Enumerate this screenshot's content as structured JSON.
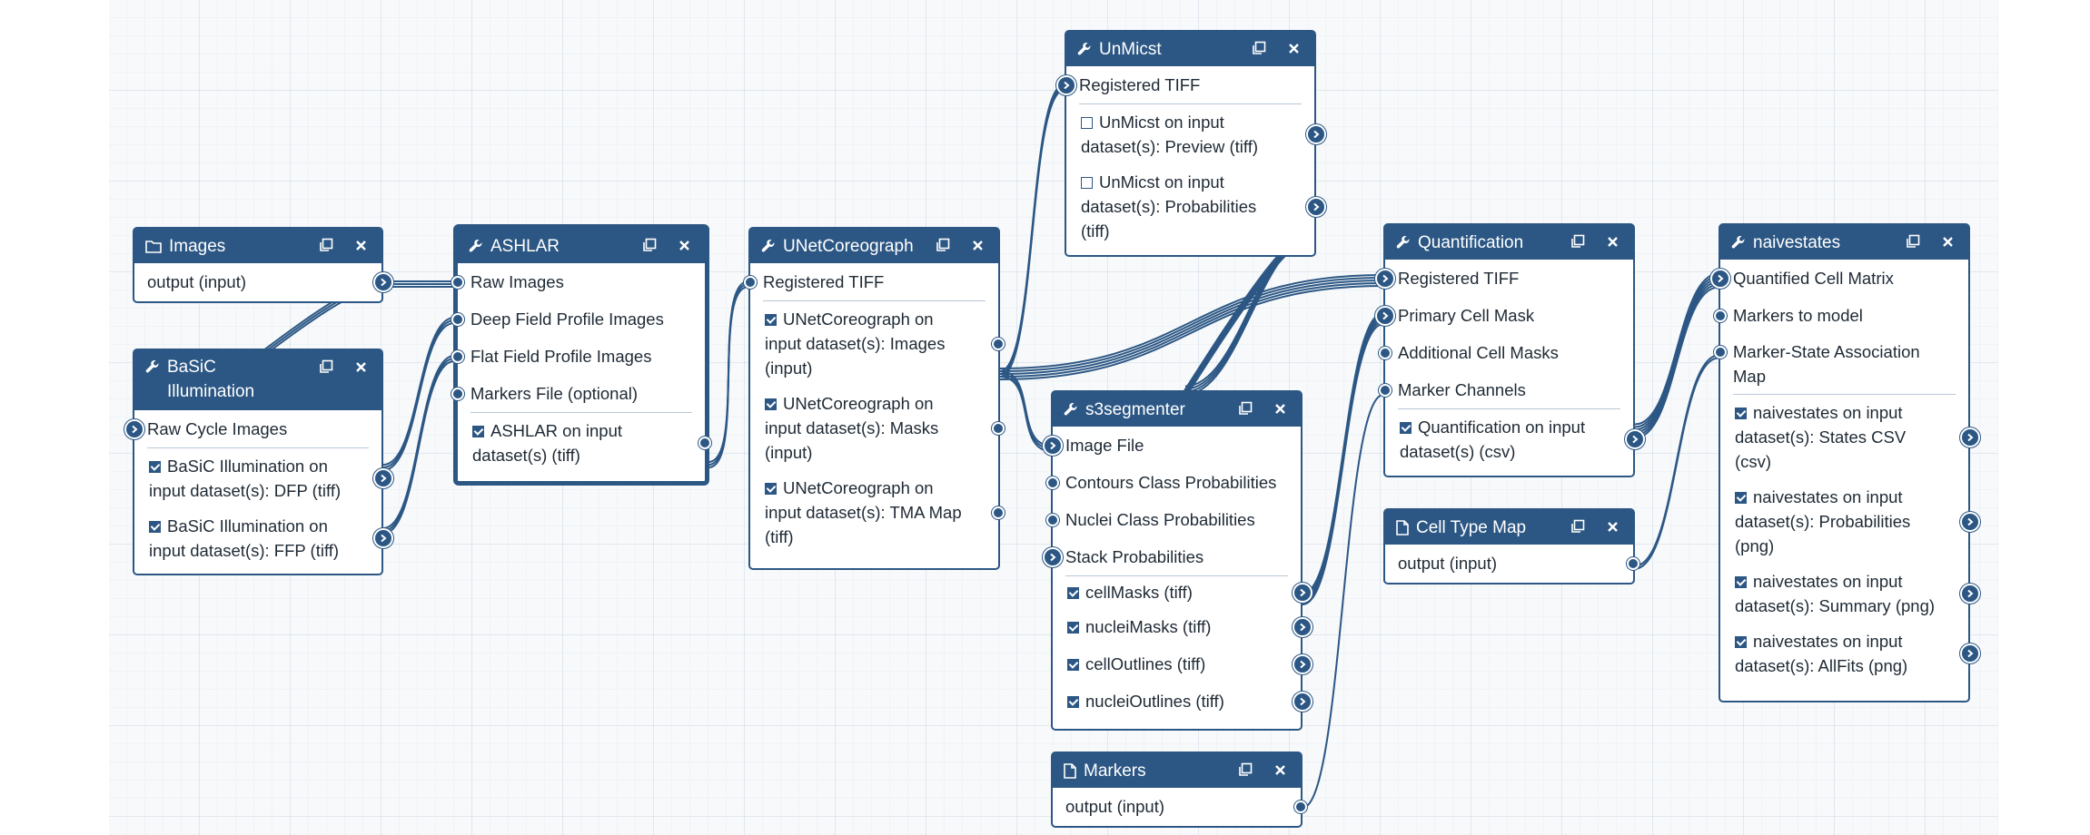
{
  "colors": {
    "accent": "#2c5784",
    "canvas": "#f7f9fb",
    "text": "#1f2a35"
  },
  "nodes": {
    "images": {
      "title": "Images",
      "icon": "folder-icon",
      "rows": [
        "output (input)"
      ]
    },
    "basic": {
      "title": "BaSiC Illumination",
      "icon": "wrench-icon",
      "inputs": [
        "Raw Cycle Images"
      ],
      "outputs": [
        "BaSiC Illumination on input dataset(s): DFP (tiff)",
        "BaSiC Illumination on input dataset(s): FFP (tiff)"
      ]
    },
    "ashlar": {
      "title": "ASHLAR",
      "icon": "wrench-icon",
      "inputs": [
        "Raw Images",
        "Deep Field Profile Images",
        "Flat Field Profile Images",
        "Markers File (optional)"
      ],
      "outputs": [
        "ASHLAR on input dataset(s) (tiff)"
      ]
    },
    "unetcoreograph": {
      "title": "UNetCoreograph",
      "icon": "wrench-icon",
      "inputs": [
        "Registered TIFF"
      ],
      "outputs": [
        "UNetCoreograph on input dataset(s): Images (input)",
        "UNetCoreograph on input dataset(s): Masks (input)",
        "UNetCoreograph on input dataset(s): TMA Map (tiff)"
      ]
    },
    "unmicst": {
      "title": "UnMicst",
      "icon": "wrench-icon",
      "inputs": [
        "Registered TIFF"
      ],
      "outputs": [
        "UnMicst on input dataset(s): Preview (tiff)",
        "UnMicst on input dataset(s): Probabilities (tiff)"
      ]
    },
    "s3segmenter": {
      "title": "s3segmenter",
      "icon": "wrench-icon",
      "inputs": [
        "Image File",
        "Contours Class Probabilities",
        "Nuclei Class Probabilities",
        "Stack Probabilities"
      ],
      "outputs": [
        "cellMasks (tiff)",
        "nucleiMasks (tiff)",
        "cellOutlines (tiff)",
        "nucleiOutlines (tiff)"
      ]
    },
    "markers": {
      "title": "Markers",
      "icon": "file-icon",
      "rows": [
        "output (input)"
      ]
    },
    "quantification": {
      "title": "Quantification",
      "icon": "wrench-icon",
      "inputs": [
        "Registered TIFF",
        "Primary Cell Mask",
        "Additional Cell Masks",
        "Marker Channels"
      ],
      "outputs": [
        "Quantification on input dataset(s) (csv)"
      ]
    },
    "celltypemap": {
      "title": "Cell Type Map",
      "icon": "file-icon",
      "rows": [
        "output (input)"
      ]
    },
    "naivestates": {
      "title": "naivestates",
      "icon": "wrench-icon",
      "inputs": [
        "Quantified Cell Matrix",
        "Markers to model",
        "Marker-State Association Map"
      ],
      "outputs": [
        "naivestates on input dataset(s): States CSV (csv)",
        "naivestates on input dataset(s): Probabilities (png)",
        "naivestates on input dataset(s): Summary (png)",
        "naivestates on input dataset(s): AllFits (png)"
      ]
    }
  }
}
